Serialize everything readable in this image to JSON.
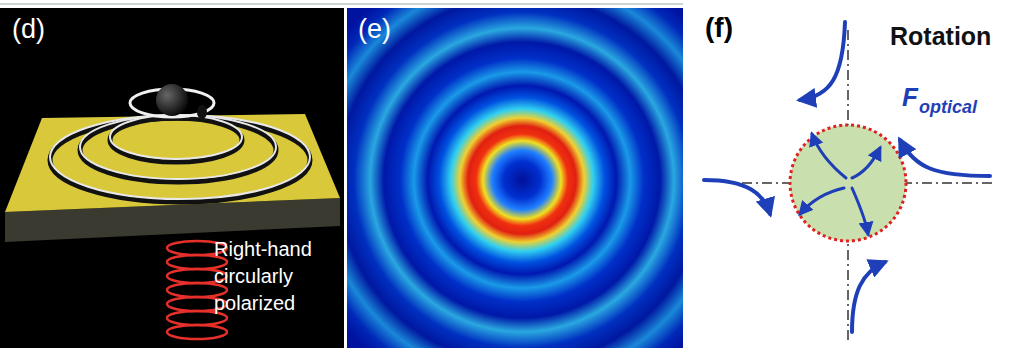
{
  "diagram": {
    "labels": [
      "(d)",
      "(e)",
      "(f)",
      "Right-hand circularly polarized",
      "Rotation",
      "F",
      "optical"
    ]
  }
}
